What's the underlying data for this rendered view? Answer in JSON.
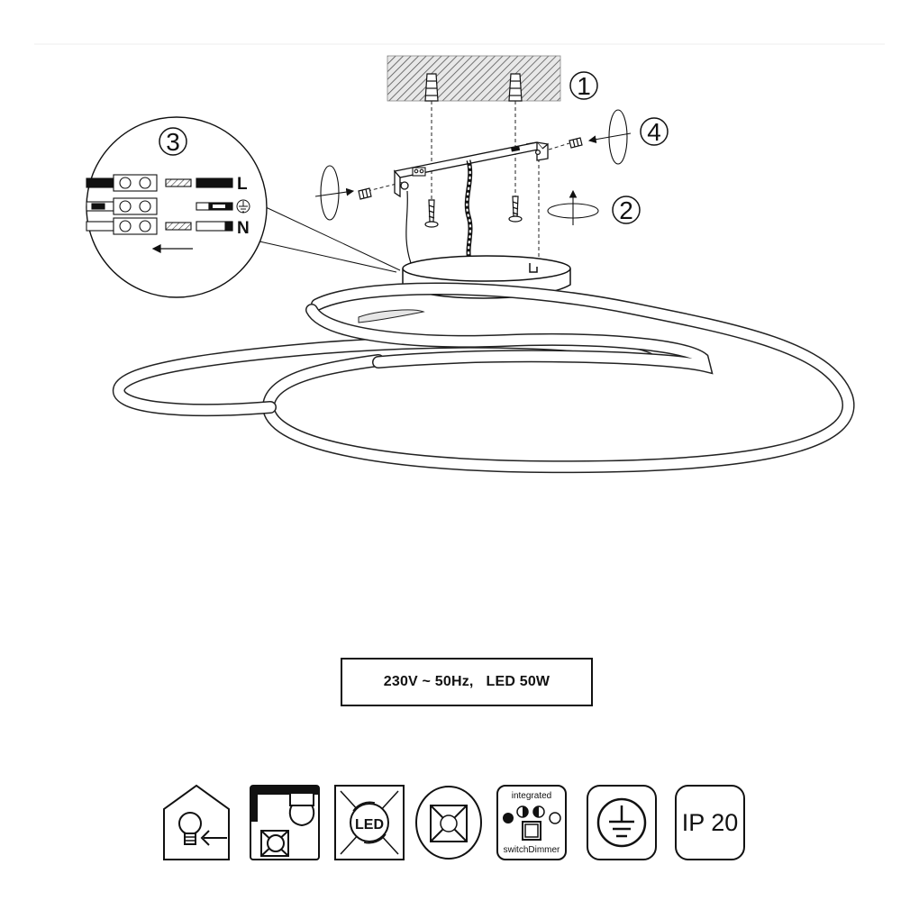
{
  "steps": [
    "1",
    "2",
    "3",
    "4"
  ],
  "wiring": {
    "live": "L",
    "neutral": "N"
  },
  "spec": {
    "text": "230V ~ 50Hz,   LED 50W"
  },
  "symbols": {
    "led_label": "LED",
    "integrated_label": "integrated",
    "switch_dimmer_label": "switchDimmer",
    "ip_rating": "IP 20"
  }
}
